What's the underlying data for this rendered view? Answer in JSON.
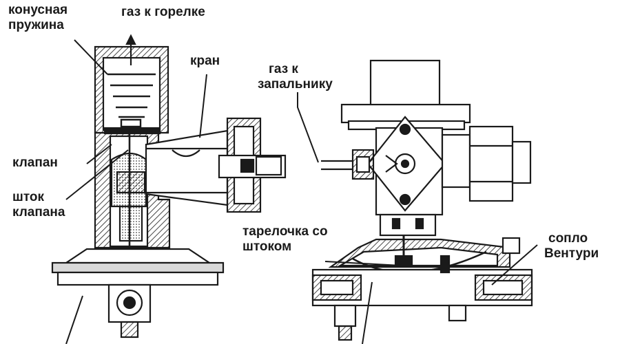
{
  "labels": {
    "conical_spring": [
      "конусная",
      "пружина"
    ],
    "gas_to_burner": "газ к горелке",
    "tap": "кран",
    "gas_to_pilot": [
      "газ к",
      "запальнику"
    ],
    "valve": "клапан",
    "valve_stem": [
      "шток",
      "клапана"
    ],
    "plate_with_stem": [
      "тарелочка со",
      "штоком"
    ],
    "venturi_nozzle": [
      "сопло",
      "Вентури"
    ]
  },
  "colors": {
    "ink": "#1a1a1a",
    "fill_light": "#d9d9d9",
    "fill_dark": "#555555",
    "background": "#ffffff"
  }
}
